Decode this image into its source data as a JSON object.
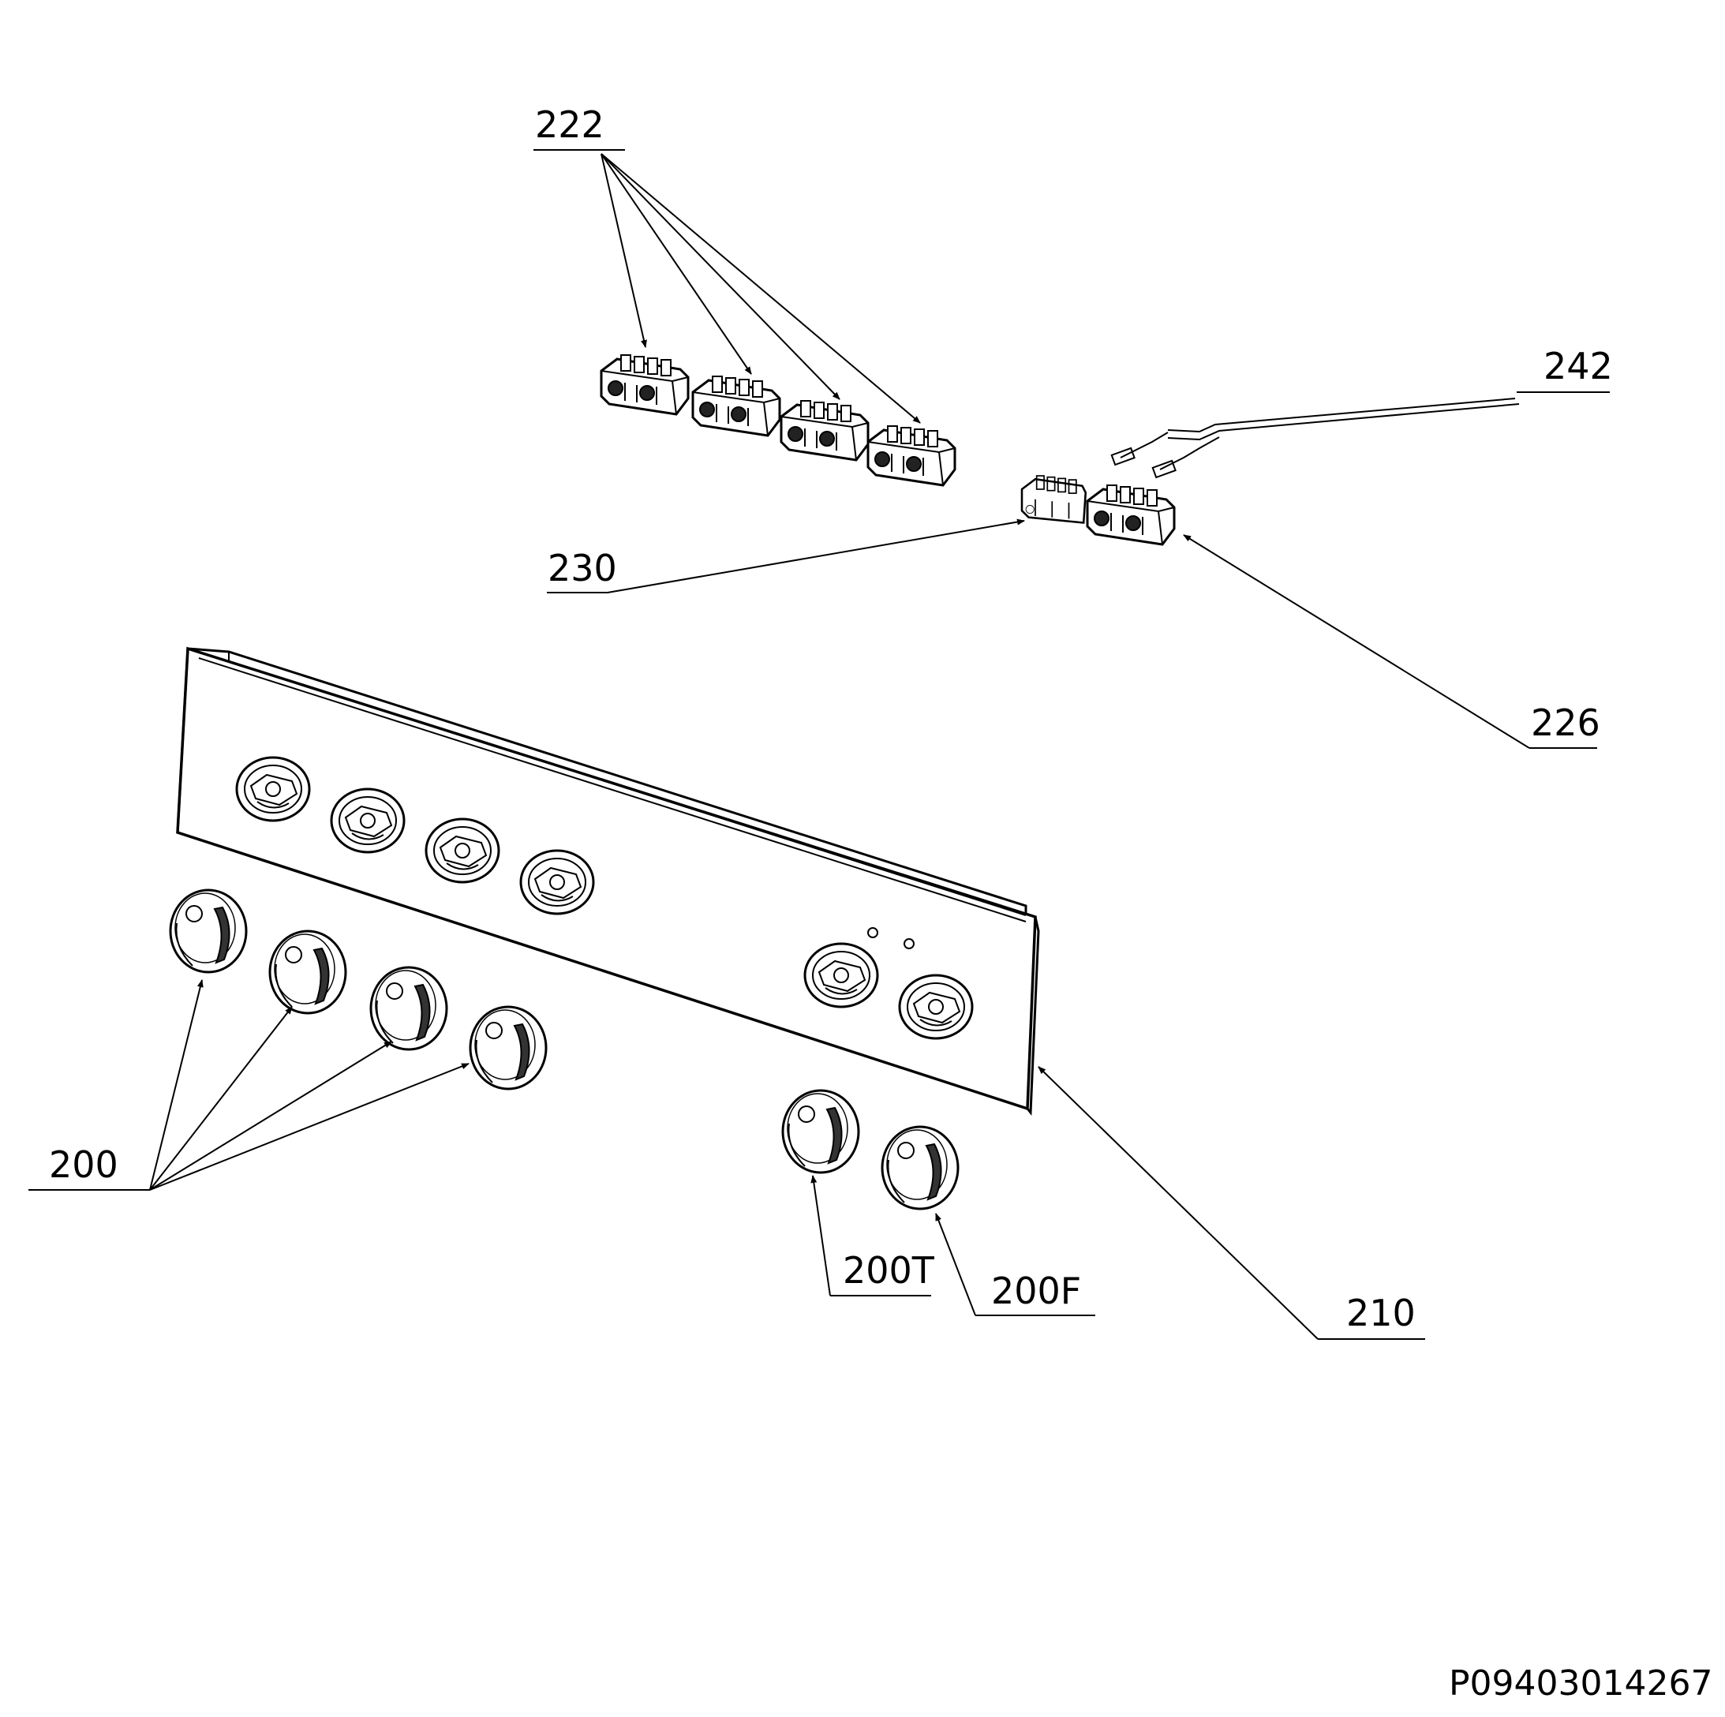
{
  "drawing_number": "P09403014267",
  "colors": {
    "line": "#000000",
    "background": "#ffffff"
  },
  "labels": {
    "switch_blocks": "222",
    "wire_harness": "242",
    "switch_230": "230",
    "switch_226": "226",
    "knobs": "200",
    "control_panel": "210",
    "knob_thermostat": "200T",
    "knob_function": "200F"
  }
}
